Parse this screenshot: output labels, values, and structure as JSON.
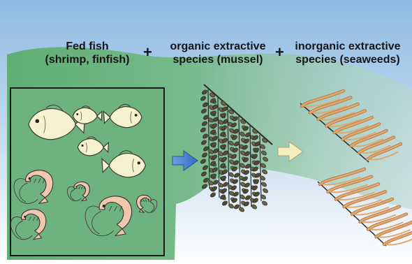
{
  "labels": {
    "fed_fish": [
      "Fed fish",
      "(shrimp, finfish)"
    ],
    "plus": "+",
    "organic": [
      "organic extractive",
      "species (mussel)"
    ],
    "inorganic": [
      "inorganic extractive",
      "species (seaweeds)"
    ]
  },
  "colors": {
    "background_top": "#9ec4e6",
    "background_bottom": "#ffffff",
    "green_zone": "#6fb583",
    "arrow_blue": "#4a7ed6",
    "arrow_cream": "#f4efbf",
    "fish": "#f4f2cf",
    "mussel": "#4e4a35",
    "seaweed": "#e2a76a",
    "box_border": "#1a1a1a"
  },
  "icons": [
    "fish-icon",
    "shrimp-icon",
    "mussel-icon",
    "seaweed-icon"
  ]
}
